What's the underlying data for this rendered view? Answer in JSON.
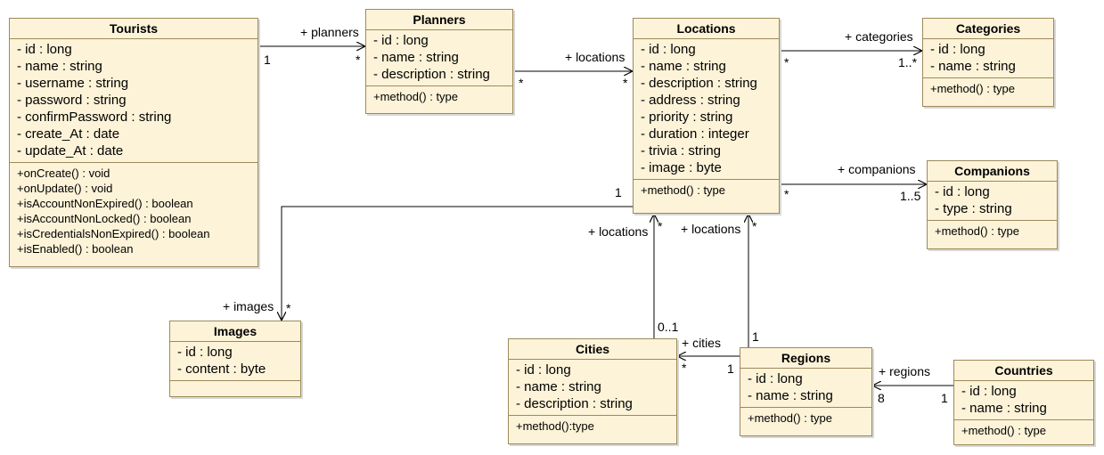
{
  "classes": {
    "tourists": {
      "name": "Tourists",
      "attributes": [
        "- id : long",
        "- name : string",
        "- username : string",
        "- password : string",
        "- confirmPassword : string",
        "- create_At : date",
        "- update_At : date"
      ],
      "operations": [
        "+onCreate() : void",
        "+onUpdate() : void",
        "+isAccountNonExpired() : boolean",
        "+isAccountNonLocked() : boolean",
        "+isCredentialsNonExpired() : boolean",
        "+isEnabled() : boolean"
      ]
    },
    "planners": {
      "name": "Planners",
      "attributes": [
        "- id : long",
        "- name : string",
        "- description : string"
      ],
      "operations": [
        "+method() : type"
      ]
    },
    "locations": {
      "name": "Locations",
      "attributes": [
        "- id : long",
        "- name : string",
        "- description : string",
        "- address : string",
        "- priority : string",
        "- duration : integer",
        "- trivia : string",
        "- image : byte"
      ],
      "operations": [
        "+method() : type"
      ]
    },
    "categories": {
      "name": "Categories",
      "attributes": [
        "- id : long",
        "- name : string"
      ],
      "operations": [
        "+method() : type"
      ]
    },
    "companions": {
      "name": "Companions",
      "attributes": [
        "- id : long",
        "- type : string"
      ],
      "operations": [
        "+method() : type"
      ]
    },
    "images": {
      "name": "Images",
      "attributes": [
        "- id : long",
        "- content : byte"
      ],
      "operations": []
    },
    "cities": {
      "name": "Cities",
      "attributes": [
        "- id : long",
        "- name : string",
        "- description : string"
      ],
      "operations": [
        "+method():type"
      ]
    },
    "regions": {
      "name": "Regions",
      "attributes": [
        "- id : long",
        "- name : string"
      ],
      "operations": [
        "+method() : type"
      ]
    },
    "countries": {
      "name": "Countries",
      "attributes": [
        "- id : long",
        "- name : string"
      ],
      "operations": [
        "+method() : type"
      ]
    }
  },
  "associations": {
    "tourists_planners": {
      "role": "+ planners",
      "source_mult": "1",
      "target_mult": "*"
    },
    "planners_locations": {
      "role": "+ locations",
      "source_mult": "*",
      "target_mult": "*"
    },
    "locations_categories": {
      "role": "+ categories",
      "source_mult": "*",
      "target_mult": "1..*"
    },
    "locations_companions": {
      "role": "+ companions",
      "source_mult": "*",
      "target_mult": "1..5"
    },
    "locations_images": {
      "role": "+ images",
      "source_mult": "1",
      "target_mult": "*"
    },
    "cities_locations": {
      "role": "+ locations",
      "source_mult": "0..1",
      "target_mult": "*"
    },
    "regions_locations": {
      "role": "+ locations",
      "source_mult": "1",
      "target_mult": "*"
    },
    "regions_cities": {
      "role": "+ cities",
      "source_mult": "1",
      "target_mult": "*"
    },
    "countries_regions": {
      "role": "+ regions",
      "source_mult": "1",
      "target_mult": "8"
    }
  }
}
